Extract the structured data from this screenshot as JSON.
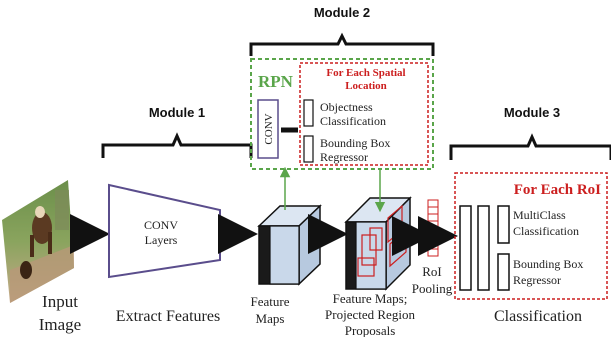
{
  "modules": {
    "m1": "Module 1",
    "m2": "Module 2",
    "m3": "Module 3"
  },
  "input": {
    "line1": "Input",
    "line2": "Image"
  },
  "conv_block": {
    "line1": "CONV",
    "line2": "Layers"
  },
  "stages": {
    "extract": "Extract Features",
    "feature_maps": {
      "line1": "Feature",
      "line2": "Maps"
    },
    "projected": {
      "line1": "Feature Maps;",
      "line2": "Projected Region",
      "line3": "Proposals"
    },
    "roi_pooling": {
      "line1": "RoI",
      "line2": "Pooling"
    },
    "classification": "Classification"
  },
  "rpn": {
    "title": "RPN",
    "conv": "CONV",
    "location_title": {
      "line1": "For Each Spatial",
      "line2": "Location"
    },
    "objectness": {
      "line1": "Objectness",
      "line2": "Classification"
    },
    "bbox": {
      "line1": "Bounding Box",
      "line2": "Regressor"
    }
  },
  "roi_head": {
    "title": "For Each RoI",
    "multiclass": {
      "line1": "MultiClass",
      "line2": "Classification"
    },
    "bbox": {
      "line1": "Bounding Box",
      "line2": "Regressor"
    }
  },
  "colors": {
    "rpn_green": "#5aa54a",
    "red_accent": "#cc1f1f",
    "conv_purple": "#5a4d8c",
    "block_blue": "#c9d8ea",
    "block_dark": "#1a1a1a"
  }
}
